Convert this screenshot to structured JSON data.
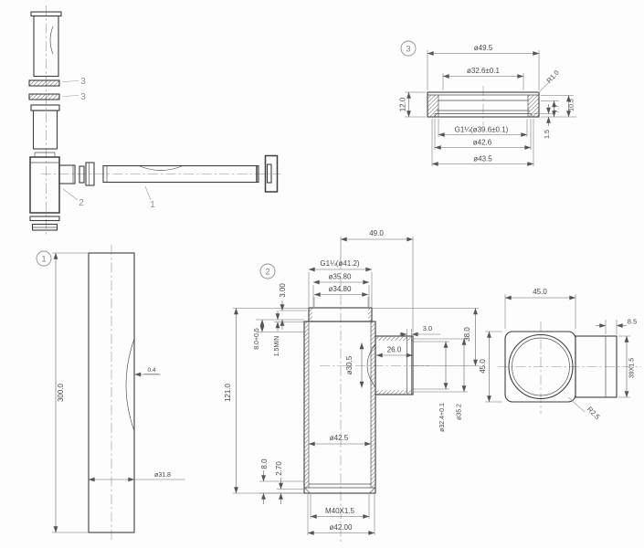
{
  "meta": {
    "background": "#fdfdfd",
    "line_color": "#3d3d3d",
    "dim_color": "#636363",
    "text_color": "#474747"
  },
  "assembly": {
    "label_1": "1",
    "label_2": "2",
    "label_3a": "3",
    "label_3b": "3"
  },
  "part1": {
    "callout": "1",
    "dim_length": "300.0",
    "dim_wall": "0.4",
    "dim_od": "ø31.8"
  },
  "part2": {
    "callout": "2",
    "dim_top_offset": "49.0",
    "dim_thread_top": "G1¼(ø41.2)",
    "dim_od_collar": "ø35.80",
    "dim_od_collar2": "ø34.80",
    "dim_lip": "3.00",
    "dim_depth_tol": "8.0+0.5",
    "dim_min": "1.5MIN",
    "dim_relief": "3.0",
    "dim_axis_offset": "38.0",
    "dim_outlet_len": "26.0",
    "dim_bore": "ø30.5",
    "dim_outlet_id": "ø32.4+0.1",
    "dim_outlet_od": "ø35.2",
    "dim_inner": "ø42.5",
    "dim_skirt": "8.0",
    "dim_skirt_lip": "2.70",
    "dim_height": "121.0",
    "dim_thread_bottom": "M40X1.5",
    "dim_od_bottom": "ø42.00"
  },
  "side_view": {
    "dim_width": "45.0",
    "dim_height": "45.0",
    "dim_boss_len": "8.5",
    "dim_thread": "39X1.5",
    "dim_corner_radius": "R2.5"
  },
  "detail3": {
    "callout": "3",
    "dim_od": "ø49.5",
    "dim_id_top": "ø32.6±0.1",
    "dim_radius": "R1.0",
    "dim_height": "12.0",
    "dim_h_inner": "7.7",
    "dim_h_mid": "10.5",
    "dim_lip": "1.5",
    "dim_thread": "G1¼(ø39.6±0.1)",
    "dim_d_mid": "ø42.6",
    "dim_d_outer": "ø43.5"
  }
}
